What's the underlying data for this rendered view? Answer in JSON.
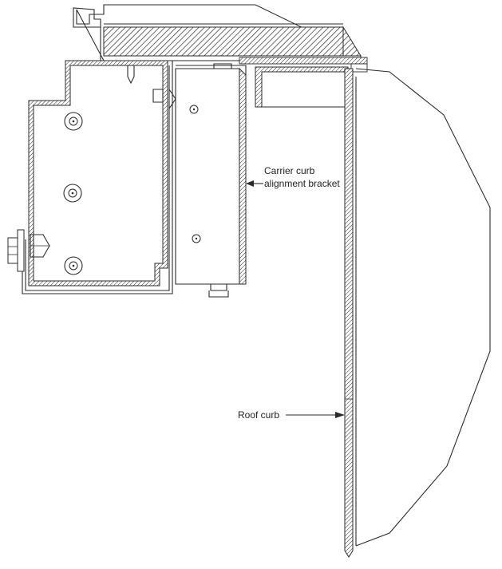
{
  "callouts": {
    "carrier_line1": "Carrier curb",
    "carrier_line2": "alignment bracket",
    "roof": "Roof curb"
  }
}
